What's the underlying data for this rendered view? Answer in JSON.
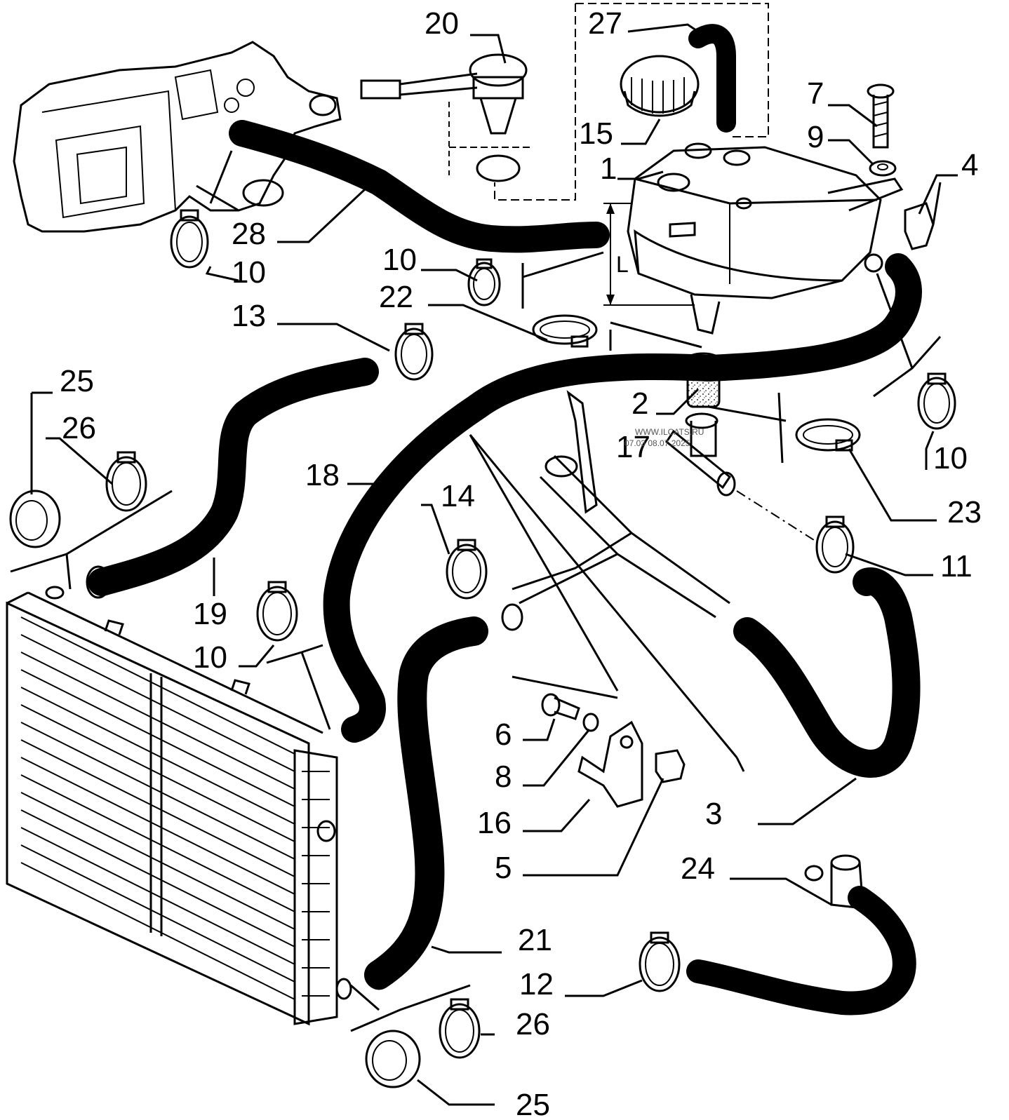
{
  "labels": {
    "p20": "20",
    "p27": "27",
    "p7": "7",
    "p9": "9",
    "p15": "15",
    "p1": "1",
    "p4": "4",
    "p28": "28",
    "p10a": "10",
    "p10b": "10",
    "p22": "22",
    "p13": "13",
    "p25a": "25",
    "p26a": "26",
    "p2": "2",
    "p17": "17",
    "p10c": "10",
    "p18": "18",
    "p14": "14",
    "p23": "23",
    "p11": "11",
    "p19": "19",
    "p10d": "10",
    "p6": "6",
    "p8": "8",
    "p16": "16",
    "p3": "3",
    "p5": "5",
    "p24": "24",
    "p21": "21",
    "p12": "12",
    "p26b": "26",
    "p25b": "25",
    "dimL": "L"
  },
  "watermark": {
    "line1": "WWW.ILCATS.RU",
    "line2": "07.03 08.07.2025"
  }
}
